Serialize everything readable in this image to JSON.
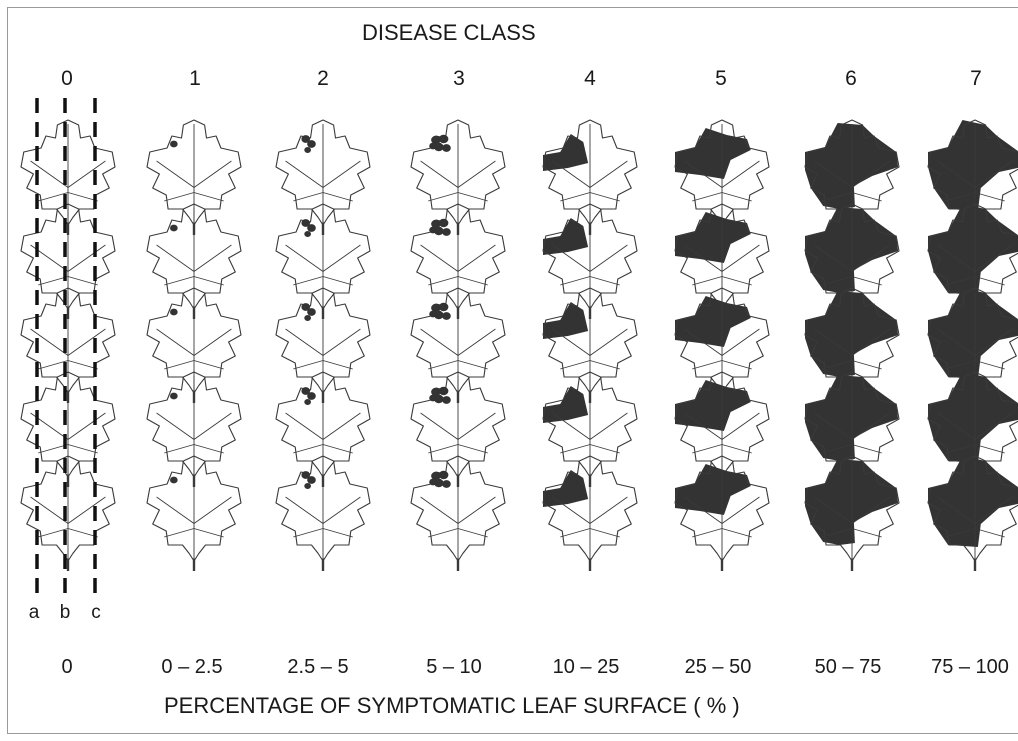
{
  "title": "DISEASE  CLASS",
  "xlabel": "PERCENTAGE OF SYMPTOMATIC LEAF SURFACE  ( % )",
  "classes": [
    {
      "label": "0",
      "range": "0"
    },
    {
      "label": "1",
      "range": "0 – 2.5"
    },
    {
      "label": "2",
      "range": "2.5 – 5"
    },
    {
      "label": "3",
      "range": "5 – 10"
    },
    {
      "label": "4",
      "range": "10 – 25"
    },
    {
      "label": "5",
      "range": "25 – 50"
    },
    {
      "label": "6",
      "range": "50 – 75"
    },
    {
      "label": "7",
      "range": "75 – 100"
    }
  ],
  "lanes": [
    "a",
    "b",
    "c"
  ],
  "leaves_per_class": 5,
  "colors": {
    "outline": "#3a3a3a",
    "lesion": "#333333",
    "lane_line": "#111111"
  }
}
